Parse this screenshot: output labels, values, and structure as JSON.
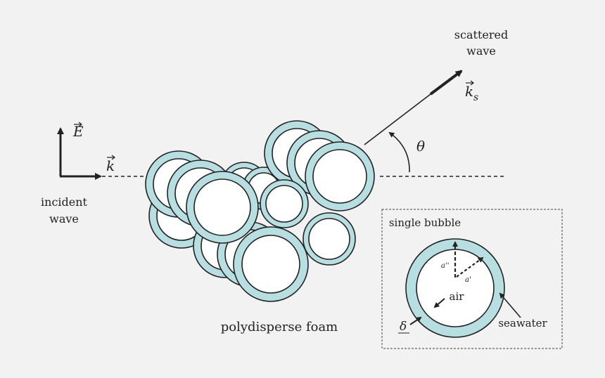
{
  "labels": {
    "scattered_line1": "scattered",
    "scattered_line2": "wave",
    "ks_letter": "k",
    "ks_sub": "s",
    "theta": "θ",
    "E_letter": "E",
    "k_letter": "k",
    "incident_line1": "incident",
    "incident_line2": "wave",
    "foam": "polydisperse foam",
    "single_bubble": "single bubble",
    "air": "air",
    "seawater": "seawater",
    "delta": "δ",
    "a_outer": "a''",
    "a_inner": "a'"
  },
  "colors": {
    "background": "#f2f2f2",
    "shell": "#b7dfe1",
    "core": "#ffffff",
    "ink": "#222222"
  }
}
